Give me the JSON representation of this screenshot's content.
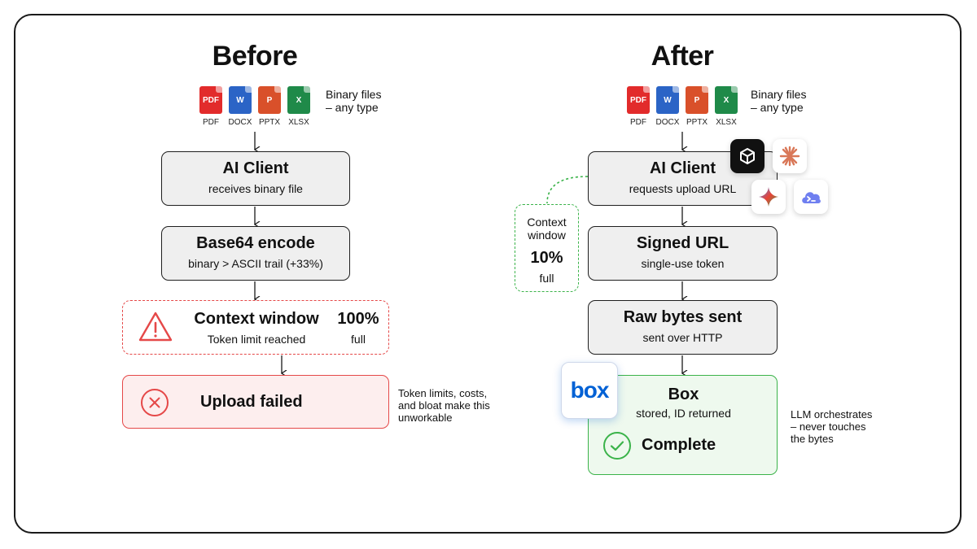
{
  "colors": {
    "red": "#e54848",
    "green": "#3bb34a",
    "box_blue": "#0061d5",
    "node_bg": "#efefef"
  },
  "file_types": [
    {
      "label": "PDF",
      "glyph": "PDF",
      "color": "#e22b2b",
      "icon": "pdf-file-icon"
    },
    {
      "label": "DOCX",
      "glyph": "W",
      "color": "#2b64c6",
      "icon": "word-file-icon"
    },
    {
      "label": "PPTX",
      "glyph": "P",
      "color": "#d9502a",
      "icon": "powerpoint-file-icon"
    },
    {
      "label": "XLSX",
      "glyph": "X",
      "color": "#1f8a49",
      "icon": "excel-file-icon"
    }
  ],
  "before": {
    "heading": "Before",
    "files_note": [
      "Binary files",
      "– any type"
    ],
    "ai_client": {
      "title": "AI Client",
      "subtitle": "receives binary file"
    },
    "encode": {
      "title": "Base64 encode",
      "subtitle": "binary > ASCII trail (+33%)"
    },
    "context": {
      "title": "Context window",
      "subtitle": "Token limit reached",
      "percent": "100%",
      "percent_label": "full",
      "icon": "warning-icon"
    },
    "result": {
      "title": "Upload failed",
      "icon": "error-x-icon"
    },
    "note": [
      "Token limits, costs,",
      "and bloat make this",
      "unworkable"
    ]
  },
  "after": {
    "heading": "After",
    "files_note": [
      "Binary files",
      "– any type"
    ],
    "ai_client": {
      "title": "AI Client",
      "subtitle": "requests upload URL"
    },
    "context": {
      "title_lines": [
        "Context",
        "window"
      ],
      "percent": "10%",
      "percent_label": "full"
    },
    "signed_url": {
      "title": "Signed URL",
      "subtitle": "single-use token"
    },
    "raw_bytes": {
      "title": "Raw bytes sent",
      "subtitle": "sent over HTTP"
    },
    "box": {
      "logo": "box",
      "title": "Box",
      "subtitle": "stored, ID returned",
      "status": "Complete",
      "icon": "checkmark-icon"
    },
    "client_icons": [
      "cube-icon",
      "starburst-icon",
      "sparkle-icon",
      "terminal-cloud-icon"
    ],
    "note": [
      "LLM orchestrates",
      "– never touches",
      "the bytes"
    ]
  }
}
